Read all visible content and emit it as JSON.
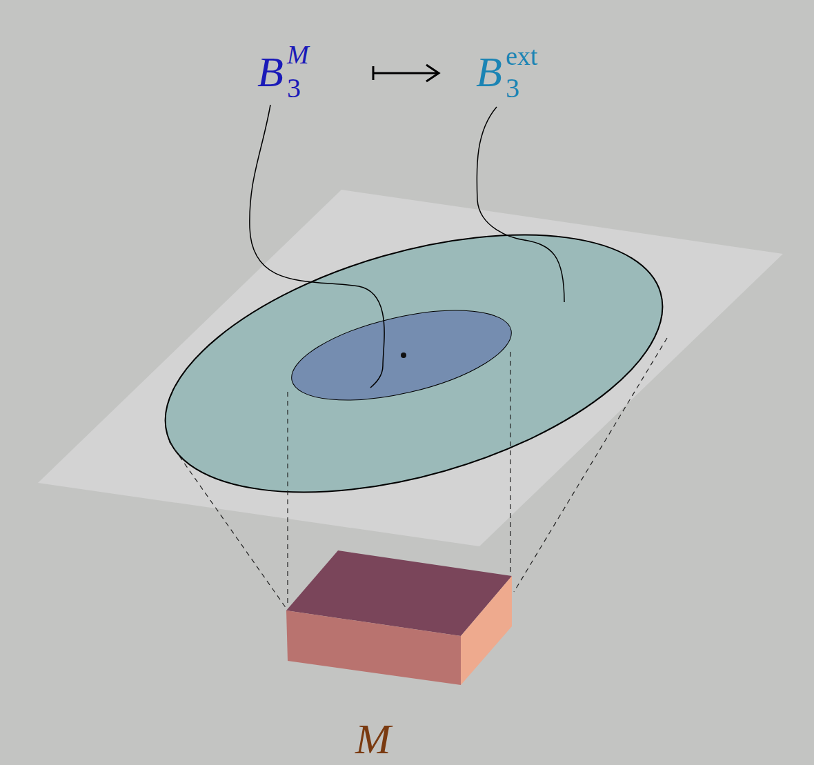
{
  "diagram": {
    "labels": [
      "B",
      "3",
      "M",
      "B",
      "3",
      "ext",
      "M"
    ]
  }
}
